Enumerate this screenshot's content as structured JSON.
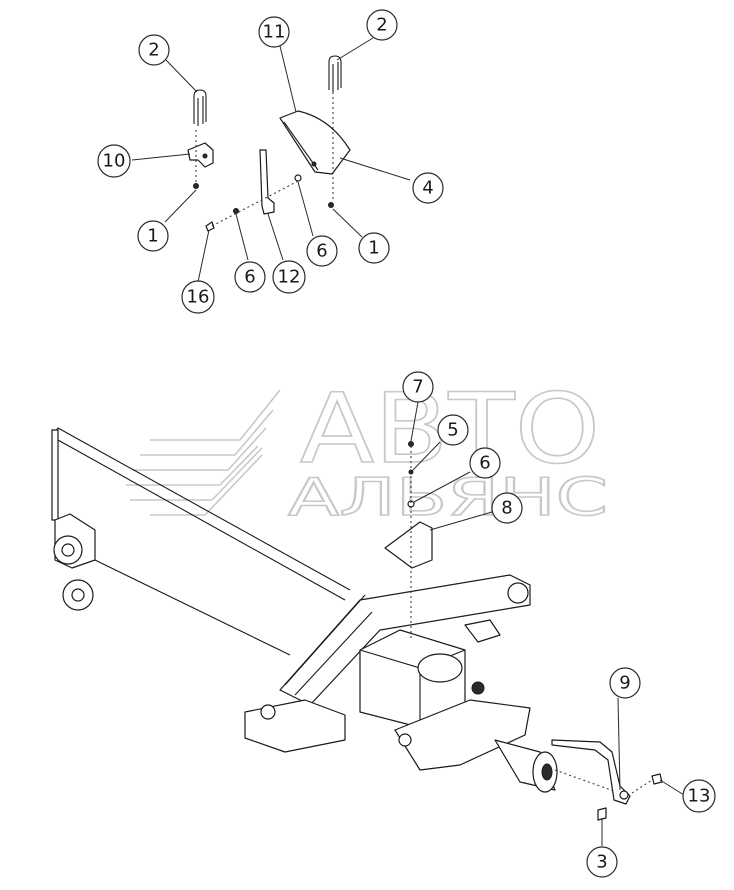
{
  "watermark": {
    "line1": "АВТО",
    "line2": "АЛЬЯНС",
    "color": "#c8c8c8"
  },
  "callouts": [
    {
      "id": "c1",
      "label": "2"
    },
    {
      "id": "c2",
      "label": "11"
    },
    {
      "id": "c3",
      "label": "2"
    },
    {
      "id": "c4",
      "label": "10"
    },
    {
      "id": "c5",
      "label": "4"
    },
    {
      "id": "c6",
      "label": "1"
    },
    {
      "id": "c7",
      "label": "1"
    },
    {
      "id": "c8",
      "label": "6"
    },
    {
      "id": "c9",
      "label": "6"
    },
    {
      "id": "c10",
      "label": "12"
    },
    {
      "id": "c11",
      "label": "16"
    },
    {
      "id": "c12",
      "label": "7"
    },
    {
      "id": "c13",
      "label": "5"
    },
    {
      "id": "c14",
      "label": "6"
    },
    {
      "id": "c15",
      "label": "8"
    },
    {
      "id": "c16",
      "label": "9"
    },
    {
      "id": "c17",
      "label": "13"
    },
    {
      "id": "c18",
      "label": "3"
    }
  ],
  "colors": {
    "line": "#1a1a1a",
    "background": "#ffffff"
  }
}
